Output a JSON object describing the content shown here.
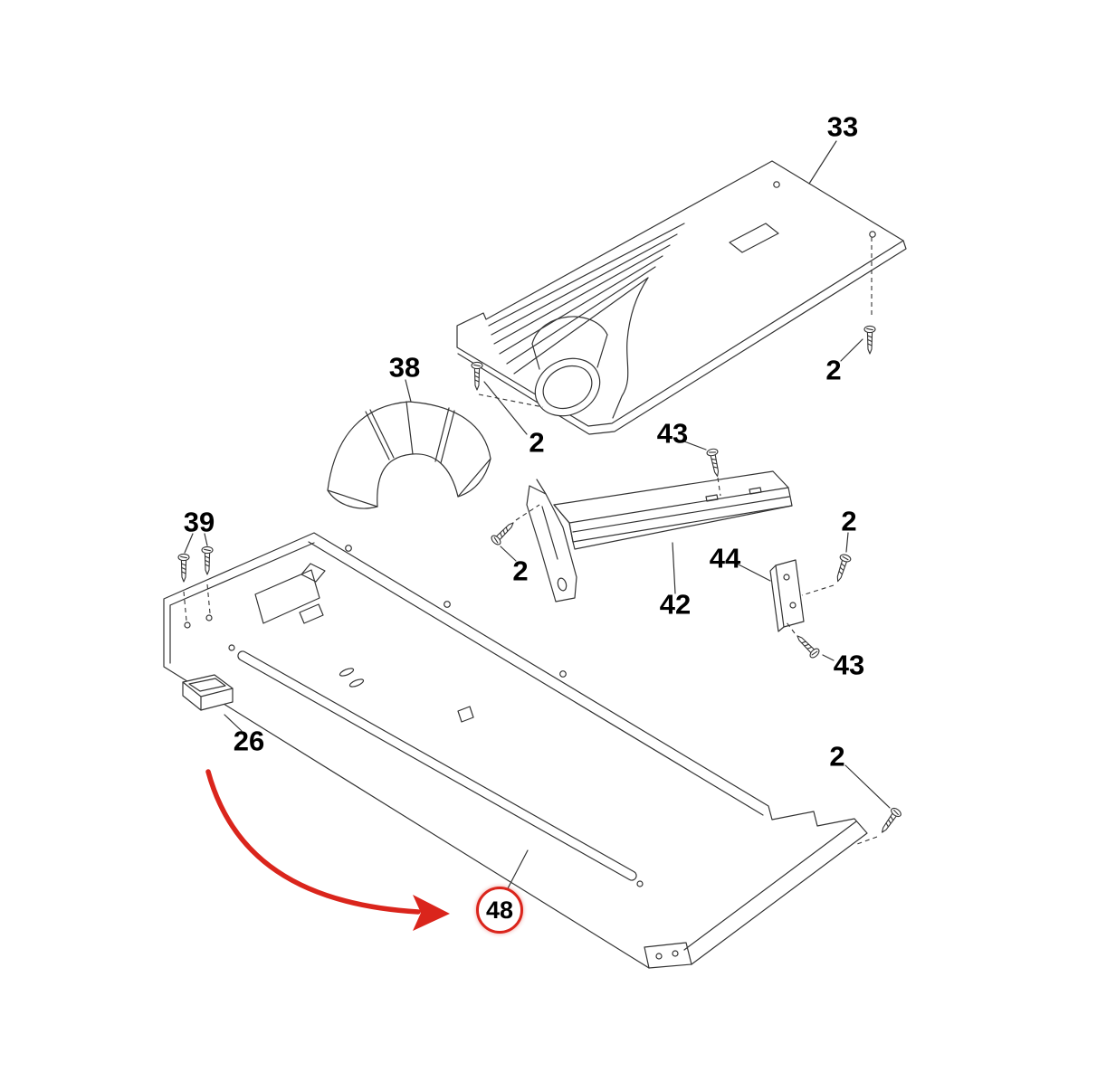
{
  "diagram": {
    "type": "exploded-parts-view",
    "colors": {
      "line": "#333333",
      "highlight": "#da251c",
      "background": "#ffffff"
    },
    "highlighted_part": "48",
    "callouts": {
      "part_33": "33",
      "part_38": "38",
      "part_39": "39",
      "part_42": "42",
      "part_43_upper": "43",
      "part_43_lower": "43",
      "part_44": "44",
      "part_26": "26",
      "part_48": "48",
      "fastener_2_duct": "2",
      "fastener_2_top_right": "2",
      "fastener_2_mid_left": "2",
      "fastener_2_mid_right": "2",
      "fastener_2_bottom_right": "2"
    }
  }
}
